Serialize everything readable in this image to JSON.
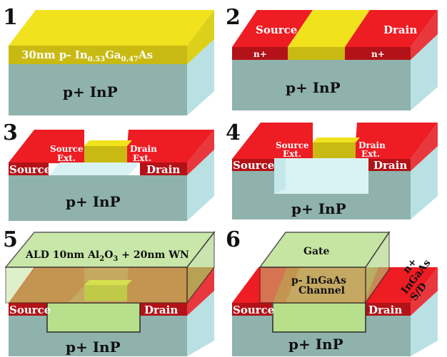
{
  "colors": {
    "substrate_front": "#8fb2ad",
    "substrate_side": "#b9e1e3",
    "substrate_top": "#c9ecee",
    "ingaas": "#f0e21d",
    "ingaas_front": "#c8ba12",
    "contact_top": "#ee1c23",
    "contact_front": "#b31218",
    "cavity": "#d9f2f4",
    "oxide_gate": "#b8df8c",
    "gate_orange": "#c8641e"
  },
  "panels": [
    {
      "number": "1",
      "channel_layer": {
        "prefix": "30nm p- In",
        "sub1": "0.53",
        "mid": "Ga",
        "sub2": "0.47",
        "suffix": "As"
      },
      "substrate": "p+ InP"
    },
    {
      "number": "2",
      "source": "Source",
      "drain": "Drain",
      "n_plus_left": "n+",
      "n_plus_right": "n+",
      "substrate": "p+ InP"
    },
    {
      "number": "3",
      "source_ext": [
        "Source",
        "Ext."
      ],
      "drain_ext": [
        "Drain",
        "Ext."
      ],
      "source": "Source",
      "drain": "Drain",
      "substrate": "p+ InP"
    },
    {
      "number": "4",
      "source_ext": [
        "Source",
        "Ext."
      ],
      "drain_ext": [
        "Drain",
        "Ext."
      ],
      "source": "Source",
      "drain": "Drain",
      "substrate": "p+ InP"
    },
    {
      "number": "5",
      "deposition": {
        "prefix": "ALD 10nm Al",
        "sub1": "2",
        "mid": "O",
        "sub2": "3",
        "suffix": " + 20nm WN"
      },
      "source": "Source",
      "drain": "Drain",
      "substrate": "p+ InP"
    },
    {
      "number": "6",
      "gate": "Gate",
      "channel": [
        "p- InGaAs",
        "Channel"
      ],
      "sd": [
        "n+",
        "InGaAs",
        "S/D"
      ],
      "source": "Source",
      "drain": "Drain",
      "substrate": "p+ InP"
    }
  ]
}
